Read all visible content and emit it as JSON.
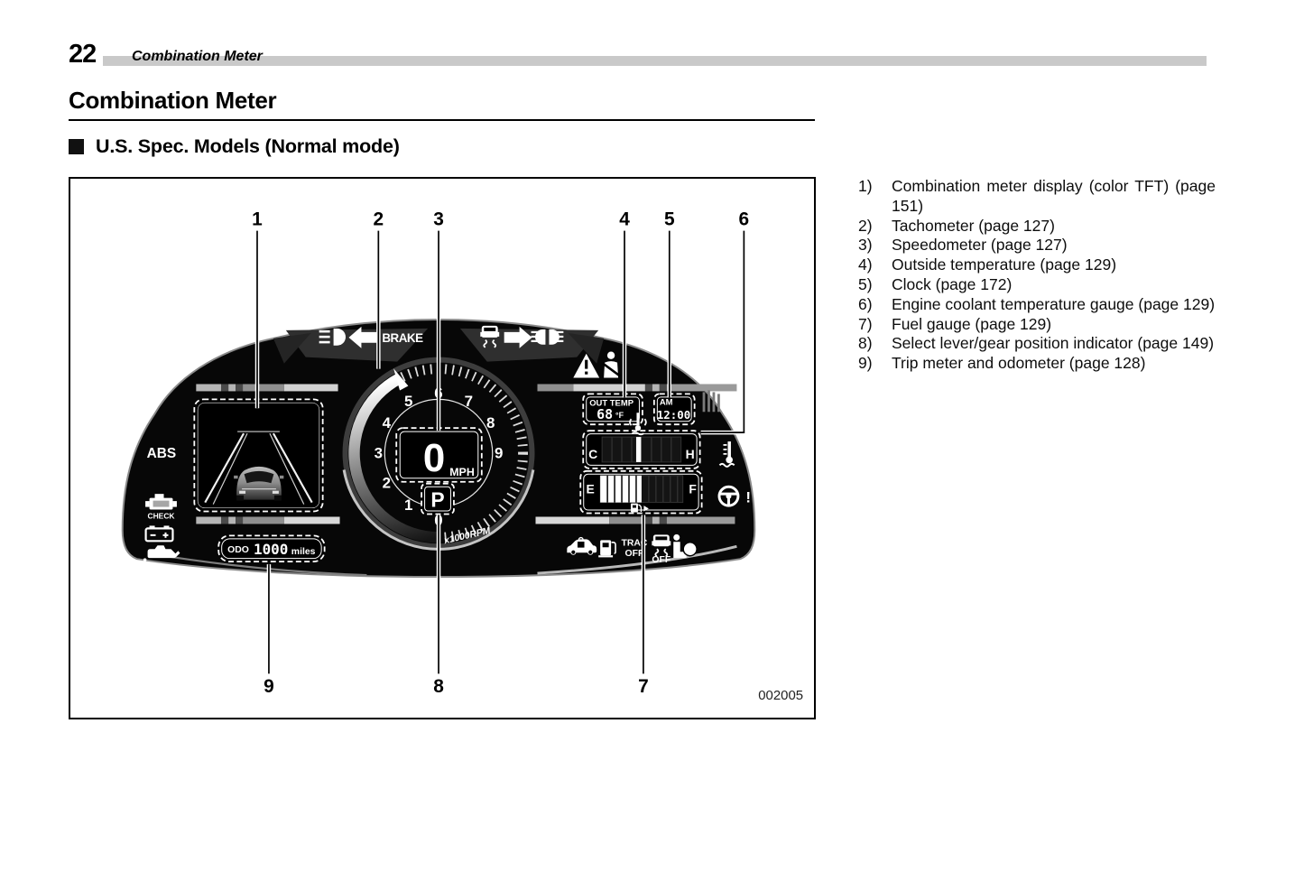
{
  "page": {
    "number": "22",
    "running_header": "Combination Meter",
    "title": "Combination Meter",
    "section_heading": "U.S. Spec. Models (Normal mode)"
  },
  "legend": {
    "items": [
      {
        "num": "1)",
        "text": "Combination meter display (color TFT) (page 151)"
      },
      {
        "num": "2)",
        "text": "Tachometer (page 127)"
      },
      {
        "num": "3)",
        "text": "Speedometer (page 127)"
      },
      {
        "num": "4)",
        "text": "Outside temperature (page 129)"
      },
      {
        "num": "5)",
        "text": "Clock (page 172)"
      },
      {
        "num": "6)",
        "text": "Engine coolant temperature gauge (page 129)"
      },
      {
        "num": "7)",
        "text": "Fuel gauge (page 129)"
      },
      {
        "num": "8)",
        "text": "Select lever/gear position indicator (page 149)"
      },
      {
        "num": "9)",
        "text": "Trip meter and odometer (page 128)"
      }
    ]
  },
  "figure": {
    "code": "002005",
    "callouts": [
      "1",
      "2",
      "3",
      "4",
      "5",
      "6",
      "7",
      "8",
      "9"
    ],
    "cluster": {
      "brake_label": "BRAKE",
      "abs_label": "ABS",
      "check_label": "CHECK",
      "trac_off_line1": "TRAC",
      "trac_off_line2": "OFF",
      "vdc_off_label": "OFF",
      "out_temp_label": "OUT TEMP",
      "out_temp_value": "68",
      "out_temp_unit": "°F",
      "clock_period": "AM",
      "clock_time": "12:00",
      "temp_gauge_cold": "C",
      "temp_gauge_hot": "H",
      "fuel_gauge_empty": "E",
      "fuel_gauge_full": "F",
      "odo_label": "ODO",
      "odo_value": "1000",
      "odo_unit": "miles",
      "speed_value": "0",
      "speed_unit": "MPH",
      "gear_position": "P",
      "tach_unit_label": "x1000RPM",
      "tach_numbers": [
        "0",
        "1",
        "2",
        "3",
        "4",
        "5",
        "6",
        "7",
        "8",
        "9"
      ]
    }
  },
  "colors": {
    "cluster_bg": "#070707",
    "header_bar": "#c9c9c9",
    "stripe_bright": "#d2d2d2",
    "stripe_mid": "#8f8f8f",
    "stripe_dark_square": "#4a4a4a"
  }
}
